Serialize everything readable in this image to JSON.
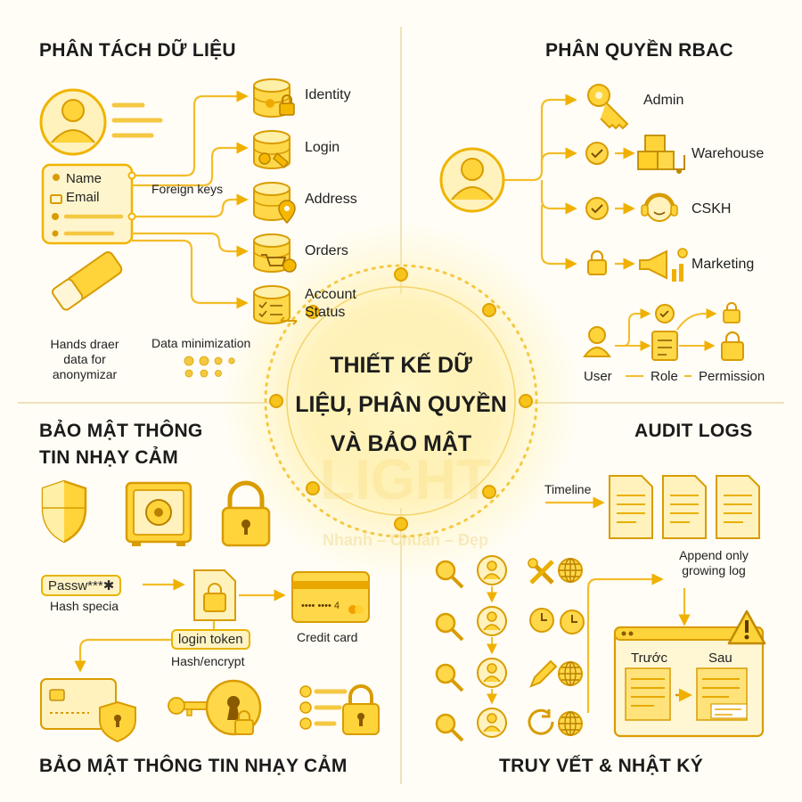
{
  "colors": {
    "accent": "#f5c000",
    "accent_dark": "#d79b00",
    "light": "#fff1b8",
    "line": "#f0b800",
    "text": "#1f1f1f",
    "bg": "#fffdf5"
  },
  "center": {
    "title": [
      "THIẾT KẾ DỮ",
      "LIỆU, PHÂN QUYỀN",
      "VÀ BẢO MẬT"
    ]
  },
  "watermark": {
    "brand": "LIGHT",
    "tagline": "Nhanh – Chuẩn – Đẹp"
  },
  "q1": {
    "title": "PHÂN TÁCH DỮ LIỆU",
    "card_fields": [
      "Name",
      "Email"
    ],
    "foreign_keys_label": "Foreign keys",
    "tables": [
      "Identity",
      "Login",
      "Address",
      "Orders",
      "Account Status"
    ],
    "account_status_lines": [
      "Account",
      "Status"
    ],
    "eraser_caption": [
      "Hands draer",
      "data for",
      "anonymizar"
    ],
    "minimization_caption": "Data minimization",
    "icons": [
      "user-avatar-icon",
      "database-lock-icon",
      "database-key-icon",
      "database-pin-icon",
      "database-cart-icon",
      "database-checklist-icon",
      "eraser-icon"
    ]
  },
  "q2": {
    "title": "PHÂN QUYỀN RBAC",
    "roles": [
      "Admin",
      "Warehouse",
      "CSKH",
      "Marketing"
    ],
    "flow": [
      "User",
      "Role",
      "Permission"
    ],
    "icons": [
      "key-icon",
      "warehouse-boxes-icon",
      "headset-agent-icon",
      "megaphone-icon",
      "check-circle-icon",
      "lock-icon"
    ]
  },
  "q3": {
    "title": [
      "BẢO MẬT THÔNG",
      "TIN NHẠY CẢM"
    ],
    "password_sample": "Passw***✱",
    "hash_special": "Hash specia",
    "token": "login token",
    "hash_encrypt": "Hash/encrypt",
    "card_digits": "•••• •••• 4",
    "credit_card": "Credit card",
    "footer": "BẢO MẬT THÔNG TIN NHẠY CẢM",
    "icons": [
      "shield-icon",
      "safe-icon",
      "padlock-icon",
      "credit-card-icon",
      "keyhole-key-icon",
      "checklist-lock-icon"
    ]
  },
  "q4": {
    "title": "AUDIT LOGS",
    "timeline": "Timeline",
    "append_log": [
      "Append only",
      "growing log"
    ],
    "before": "Trước",
    "after": "Sau",
    "footer": "TRUY VẾT & NHẬT KÝ",
    "icons": [
      "magnifier-icon",
      "user-icon",
      "tools-icon",
      "globe-icon",
      "clock-icon",
      "pencil-icon",
      "refresh-icon",
      "warning-icon",
      "document-icon"
    ]
  }
}
